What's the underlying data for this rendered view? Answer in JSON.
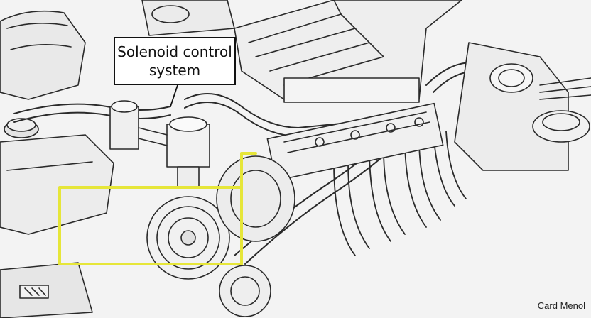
{
  "callout": {
    "line1": "Solenoid control",
    "line2": "system"
  },
  "corner_text": "Card Menol",
  "colors": {
    "highlight": "#e6e639",
    "ink": "#222222",
    "paper": "#f3f3f3"
  }
}
